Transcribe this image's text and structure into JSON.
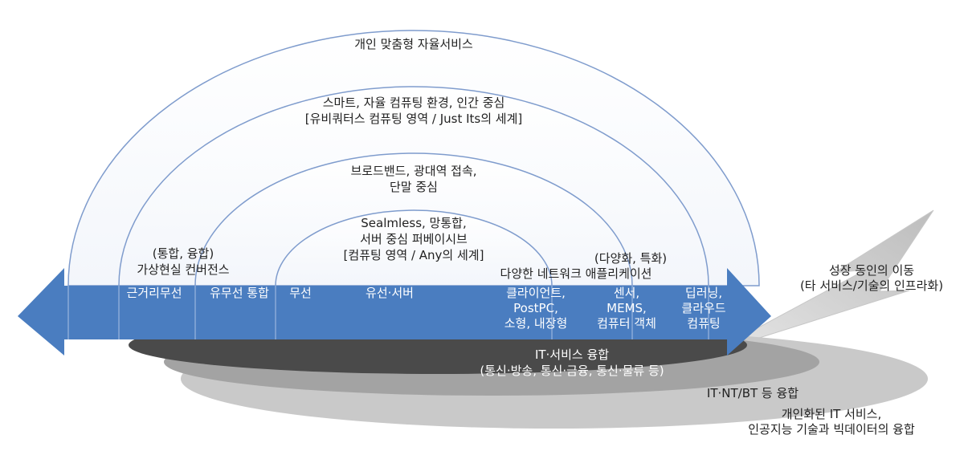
{
  "arc_labels": {
    "outer": "개인 맞춤형 자율서비스",
    "second_line1": "스마트, 자율 컴퓨팅 환경, 인간 중심",
    "second_line2": "[유비쿼터스 컴퓨팅 영역 / Just Its의 세계]",
    "third_line1": "브로드밴드, 광대역 접속,",
    "third_line2": "단말 중심",
    "inner_line1": "Sealmless, 망통합,",
    "inner_line2": "서버 중심 퍼베이시브",
    "inner_line3": "[컴퓨팅 영역 / Any의 세계]"
  },
  "side_labels": {
    "left_line1": "(통합, 융합)",
    "left_line2": "가상현실 컨버전스",
    "diversify": "(다양화, 특화)",
    "network_apps": "다양한 네트워크 애플리케이션"
  },
  "arrow_labels": {
    "short_range": "근거리무선",
    "wired_wireless": "유무선 통합",
    "wireless": "무선",
    "wired_server": "유선·서버",
    "client_line1": "클라이언트,",
    "client_line2": "PostPC,",
    "client_line3": "소형, 내장형",
    "sensor_line1": "센서,",
    "sensor_line2": "MEMS,",
    "sensor_line3": "컴퓨터 객체",
    "deep_line1": "딥러닝,",
    "deep_line2": "클라우드",
    "deep_line3": "컴퓨팅"
  },
  "lower_labels": {
    "it_service_line1": "IT·서비스 융합",
    "it_service_line2": "(통신·방송, 통신·금융, 통신·물류 등)",
    "it_nt_bt": "IT·NT/BT 등 융합",
    "personal_line1": "개인화된 IT 서비스,",
    "personal_line2": "인공지능 기술과 빅데이터의 융합"
  },
  "growth_labels": {
    "line1": "성장 동인의 이동",
    "line2": "(타 서비스/기술의 인프라화)"
  },
  "colors": {
    "arrow_blue": "#4a7dc0",
    "arc_stroke": "#7f9ccd",
    "dark_ellipse": "#4a4a4a",
    "mid_ellipse": "#a3a3a3",
    "light_ellipse": "#c9c9c9",
    "bolt": "#d4d4d4"
  }
}
